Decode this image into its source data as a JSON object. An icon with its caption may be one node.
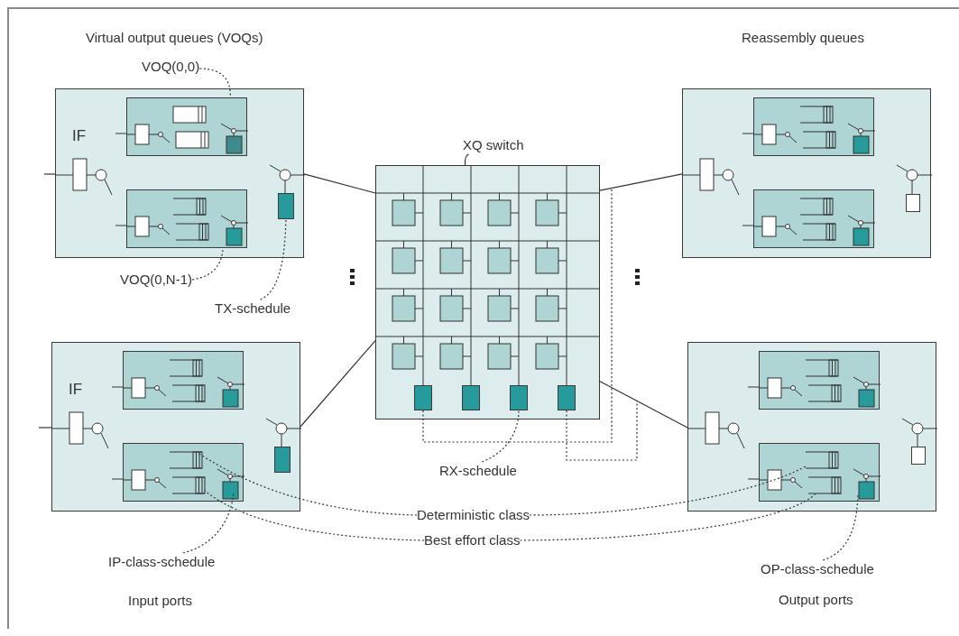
{
  "diagram": {
    "nodes": [
      {
        "text": [
          "IF"
        ]
      },
      {
        "text": [],
        "shape": "box",
        "in": 0
      },
      {
        "text": [],
        "shape": "box",
        "in": 0
      },
      {
        "text": [],
        "shape": "box",
        "in": 0
      },
      {
        "text": [
          "IF"
        ]
      },
      {
        "text": [],
        "shape": "box",
        "in": 4
      },
      {
        "text": [],
        "shape": "box",
        "in": 4
      },
      {
        "text": [],
        "shape": "box",
        "in": 4
      },
      {
        "text": [],
        "shape": "box"
      },
      {
        "text": [],
        "shape": "box",
        "in": 8
      },
      {
        "text": [],
        "shape": "box",
        "in": 8
      },
      {
        "text": [],
        "shape": "box",
        "in": 8
      },
      {
        "text": [],
        "shape": "box",
        "in": 8
      },
      {
        "text": [],
        "shape": "box"
      },
      {
        "text": [],
        "shape": "box",
        "in": 13
      },
      {
        "text": [],
        "shape": "box",
        "in": 13
      },
      {
        "text": [],
        "shape": "box",
        "in": 13
      },
      {
        "text": [],
        "shape": "box"
      },
      {
        "text": [],
        "shape": "box",
        "in": 17
      },
      {
        "text": [],
        "shape": "box",
        "in": 17
      },
      {
        "text": [],
        "shape": "box",
        "in": 17
      },
      {
        "text": [
          "VOQ(0,0)"
        ]
      },
      {
        "text": [
          "VOQ(0,N-1)"
        ]
      },
      {
        "text": [
          "TX-schedule"
        ]
      },
      {
        "text": [
          "XQ switch"
        ]
      },
      {
        "text": [
          "RX-schedule"
        ]
      },
      {
        "text": [
          "Deterministic class"
        ]
      },
      {
        "text": [
          "Best effort class"
        ]
      },
      {
        "text": [
          "IP-class-schedule"
        ]
      },
      {
        "text": [
          "OP-class-schedule"
        ]
      }
    ],
    "edges": [
      {
        "from": 0,
        "to": 8,
        "arrow": "none"
      },
      {
        "from": 4,
        "to": 8,
        "arrow": "none"
      },
      {
        "from": 8,
        "to": 13,
        "arrow": "none"
      },
      {
        "from": 8,
        "to": 17,
        "arrow": "none"
      },
      {
        "from": 9,
        "to": null,
        "arrow": "none",
        "style": "dashed"
      },
      {
        "from": 12,
        "to": null,
        "arrow": "none",
        "style": "dashed"
      },
      {
        "from": 21,
        "to": 1,
        "arrow": "none",
        "style": "dashed"
      },
      {
        "from": 22,
        "to": 2,
        "arrow": "none",
        "style": "dashed"
      },
      {
        "from": 23,
        "to": 3,
        "arrow": "none",
        "style": "dashed"
      },
      {
        "from": 24,
        "to": 8,
        "arrow": "none"
      },
      {
        "from": 25,
        "to": 11,
        "arrow": "none",
        "style": "dashed"
      },
      {
        "from": 28,
        "to": 6,
        "arrow": "none",
        "style": "dashed"
      },
      {
        "from": 29,
        "to": 19,
        "arrow": "none",
        "style": "dashed"
      },
      {
        "from": 26,
        "to": 6,
        "arrow": "none",
        "style": "dashed"
      },
      {
        "from": 26,
        "to": 19,
        "arrow": "none",
        "style": "dashed"
      },
      {
        "from": 27,
        "to": 6,
        "arrow": "none",
        "style": "dashed"
      },
      {
        "from": 27,
        "to": 19,
        "arrow": "none",
        "style": "dashed"
      }
    ],
    "labels": [
      "Virtual output queues (VOQs)",
      "Reassembly queues",
      "Input ports",
      "Output ports"
    ]
  }
}
